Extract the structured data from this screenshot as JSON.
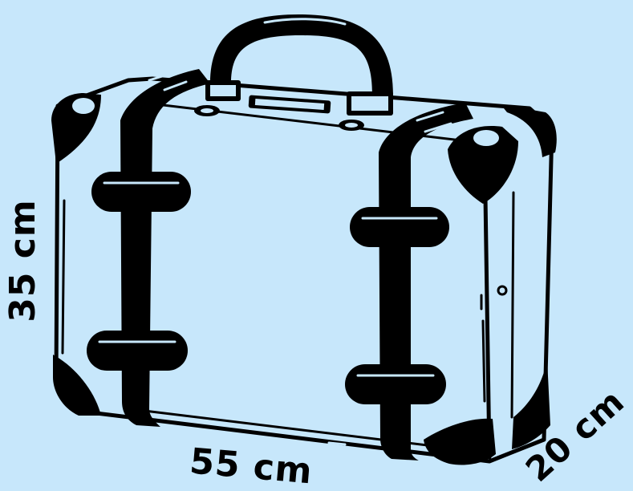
{
  "dimensions": {
    "height_label": "35 cm",
    "width_label": "55 cm",
    "depth_label": "20 cm"
  },
  "colors": {
    "background": "#c7e7fb",
    "ink": "#000000"
  }
}
